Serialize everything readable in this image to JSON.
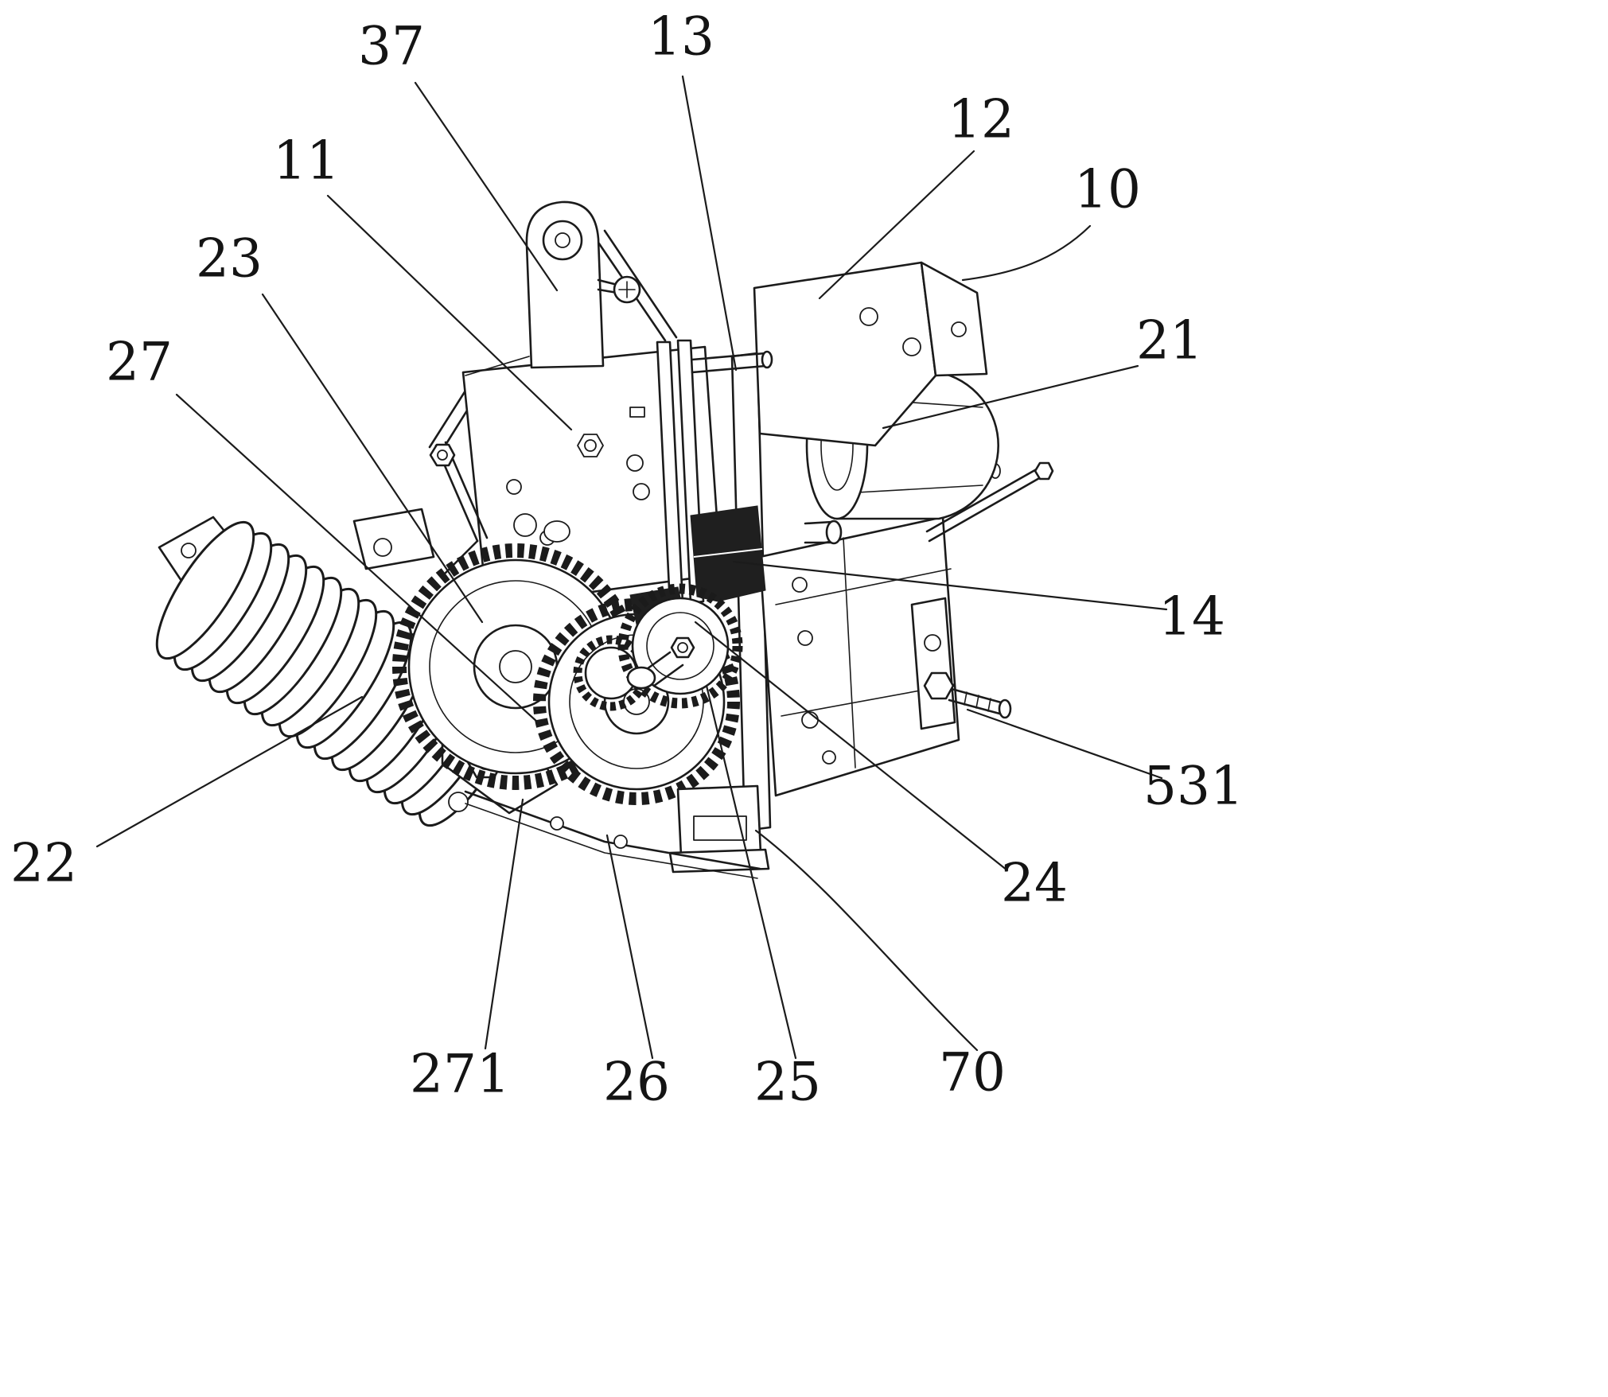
{
  "figure": {
    "kind": "patent mechanical assembly line drawing",
    "background_color": "#ffffff",
    "line_color": "#1b1b1b",
    "labels": [
      {
        "text": "37"
      },
      {
        "text": "13"
      },
      {
        "text": "12"
      },
      {
        "text": "10"
      },
      {
        "text": "11"
      },
      {
        "text": "23"
      },
      {
        "text": "27"
      },
      {
        "text": "21"
      },
      {
        "text": "14"
      },
      {
        "text": "531"
      },
      {
        "text": "22"
      },
      {
        "text": "24"
      },
      {
        "text": "271"
      },
      {
        "text": "26"
      },
      {
        "text": "25"
      },
      {
        "text": "70"
      }
    ]
  }
}
